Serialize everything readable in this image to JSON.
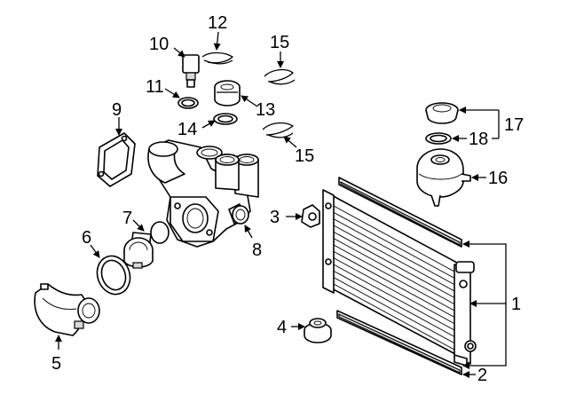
{
  "diagram": {
    "callouts": [
      {
        "id": "c1",
        "text": "1"
      },
      {
        "id": "c2",
        "text": "2"
      },
      {
        "id": "c3",
        "text": "3"
      },
      {
        "id": "c4",
        "text": "4"
      },
      {
        "id": "c5",
        "text": "5"
      },
      {
        "id": "c6",
        "text": "6"
      },
      {
        "id": "c7",
        "text": "7"
      },
      {
        "id": "c8",
        "text": "8"
      },
      {
        "id": "c9",
        "text": "9"
      },
      {
        "id": "c10",
        "text": "10"
      },
      {
        "id": "c11",
        "text": "11"
      },
      {
        "id": "c12",
        "text": "12"
      },
      {
        "id": "c13",
        "text": "13"
      },
      {
        "id": "c14",
        "text": "14"
      },
      {
        "id": "c15a",
        "text": "15"
      },
      {
        "id": "c15b",
        "text": "15"
      },
      {
        "id": "c16",
        "text": "16"
      },
      {
        "id": "c17",
        "text": "17"
      },
      {
        "id": "c18",
        "text": "18"
      }
    ]
  }
}
